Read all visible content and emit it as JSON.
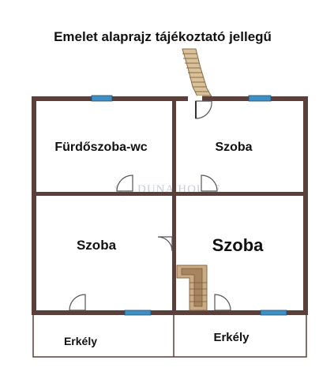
{
  "title": "Emelet alaprajz tájékoztató jellegű",
  "watermark": "DUNA HOUSE",
  "colors": {
    "wall": "#5a3f3a",
    "window": "#3f8fc4",
    "door": "#555555",
    "stair_light": "#d9c19a",
    "stair_dark": "#8a6a48"
  },
  "rooms": {
    "bathroom": "Fürdőszoba-wc",
    "room_top_right": "Szoba",
    "room_bottom_left": "Szoba",
    "room_bottom_right": "Szoba",
    "balcony_left": "Erkély",
    "balcony_right": "Erkély"
  }
}
